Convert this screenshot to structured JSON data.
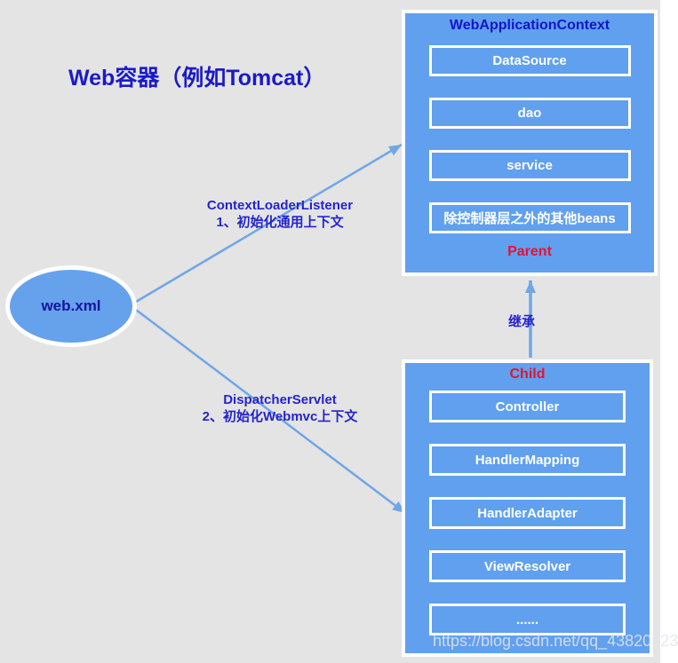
{
  "title": "Web容器（例如Tomcat）",
  "web_xml_node": {
    "label": "web.xml"
  },
  "parent_box": {
    "title": "WebApplicationContext",
    "items": [
      "DataSource",
      "dao",
      "service",
      "除控制器层之外的其他beans"
    ],
    "role_label": "Parent"
  },
  "child_box": {
    "title": "Child",
    "items": [
      "Controller",
      "HandlerMapping",
      "HandlerAdapter",
      "ViewResolver",
      "......"
    ]
  },
  "edge_labels": {
    "context_loader": {
      "line1": "ContextLoaderListener",
      "line2": "1、初始化通用上下文"
    },
    "dispatcher_servlet": {
      "line1": "DispatcherServlet",
      "line2": "2、初始化Webmvc上下文"
    },
    "inherit": "继承"
  },
  "watermark": "https://blog.csdn.net/qq_43820523",
  "colors": {
    "background": "#e4e4e4",
    "box_fill": "#61a0ee",
    "box_border": "#ffffff",
    "arrow": "#6fa6e8",
    "title_text": "#1a1acc",
    "label_text": "#2424cc",
    "role_text": "#e8112d",
    "node_text": "#16169c",
    "item_text": "#ffffff"
  }
}
